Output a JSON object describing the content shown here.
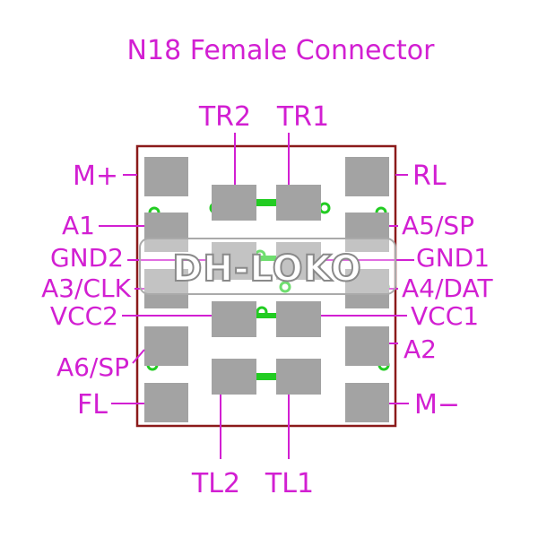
{
  "title": "N18 Female Connector",
  "watermark": "DH-LOKO",
  "colors": {
    "label": "#d21fd2",
    "outline": "#8b1a1a",
    "pad": "#a3a3a3",
    "copper": "#22cc22"
  },
  "pins": {
    "tr2": "TR2",
    "tr1": "TR1",
    "m_plus": "M+",
    "rl": "RL",
    "a1": "A1",
    "a5_sp": "A5/SP",
    "gnd2": "GND2",
    "gnd1": "GND1",
    "a3_clk": "A3/CLK",
    "a4_dat": "A4/DAT",
    "vcc2": "VCC2",
    "vcc1": "VCC1",
    "a6_sp": "A6/SP",
    "a2": "A2",
    "fl": "FL",
    "m_minus": "M−",
    "tl2": "TL2",
    "tl1": "TL1"
  }
}
